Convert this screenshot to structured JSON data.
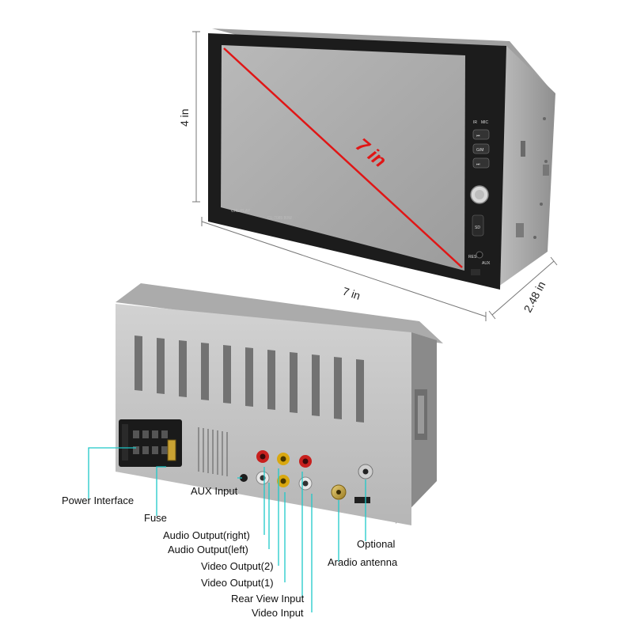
{
  "dimensions": {
    "height": "4 in",
    "width": "7 in",
    "depth": "2.48 in",
    "diagonal": "7 in"
  },
  "front_panel": {
    "brand": "CHL-PLAY",
    "model": "CL-7085 80W",
    "buttons": [
      "IR",
      "MIC",
      "⏮",
      "G/M",
      "⏭",
      "SD",
      "RES",
      "AUX"
    ]
  },
  "connectors": [
    "Power Interface",
    "Fuse",
    "AUX Input",
    "Audio Output(right)",
    "Audio Output(left)",
    "Video Output(2)",
    "Video Output(1)",
    "Rear View Input",
    "Video Input",
    "Optional",
    "Aradio antenna"
  ],
  "colors": {
    "leader": "#1ec8c8",
    "diagonal": "#e01616",
    "rca_red": "#c8201e",
    "rca_yellow": "#d9a810",
    "rca_white": "#e8e8e8",
    "housing": "#c4c4c4",
    "bezel": "#1c1c1c"
  }
}
